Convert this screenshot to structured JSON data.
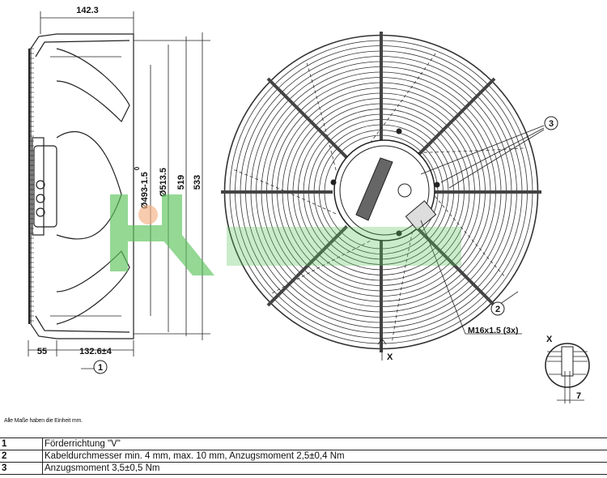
{
  "dimensions": {
    "top_width": "142.3",
    "dia_493": "Ø493-1.5",
    "dia_493_upper_tol": "0",
    "dia_513": "Ø513.5",
    "height_519": "519",
    "height_533": "533",
    "bottom_55": "55",
    "bottom_132": "132.6±4",
    "detail_7": "7"
  },
  "callouts": {
    "c1": "1",
    "c2": "2",
    "c3": "3",
    "view_x": "X",
    "detail_x": "X",
    "thread": "M16x1.5 (3x)"
  },
  "note": "Alle Maße haben die Einheit mm.",
  "legend": [
    {
      "num": "1",
      "text": "Förderrichtung \"V\""
    },
    {
      "num": "2",
      "text": "Kabeldurchmesser min. 4 mm, max. 10 mm, Anzugsmoment 2,5±0,4 Nm"
    },
    {
      "num": "3",
      "text": "Anzugsmoment 3,5±0,5 Nm"
    }
  ],
  "watermark": {
    "logo_text": "HR",
    "color": "#4fbf4f"
  },
  "colors": {
    "line": "#222222",
    "watermark": "#5cc45c",
    "watermark_dot": "#f4b184"
  }
}
